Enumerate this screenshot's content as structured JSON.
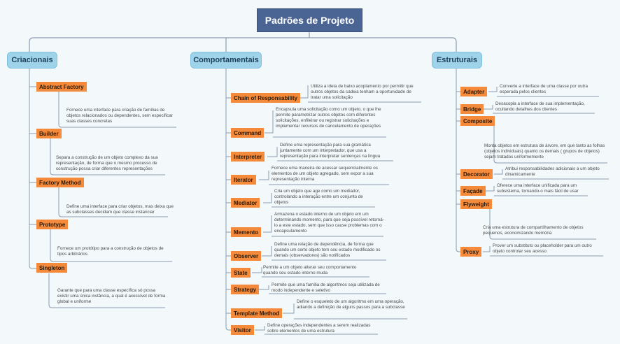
{
  "title": "Padrões de Projeto",
  "categories": [
    {
      "name": "Criacionais",
      "patterns": [
        {
          "name": "Abstract Factory",
          "description": "Fornece uma interface para criação de famílias de objetos relacionados ou dependentes, sem especificar suas classes concretas"
        },
        {
          "name": "Builder",
          "description": "Separa a construção de um objeto complexo da sua representação, de forma que o mesmo processo de construção possa criar diferentes representações"
        },
        {
          "name": "Factory Method",
          "description": "Define uma interface para criar objetos, mas deixa que as subclasses decidam que classe instanciar"
        },
        {
          "name": "Prototype",
          "description": "Fornece um protótipo para a construção de objetos de tipos arbitrários"
        },
        {
          "name": "Singleton",
          "description": "Garante que para uma classe específica só possa existir uma única instância, a qual é acessível de forma global e uniforme"
        }
      ]
    },
    {
      "name": "Comportamentais",
      "patterns": [
        {
          "name": "Chain of Responsability",
          "description": "Utiliza a ideia de baixo acoplamento por permitir que outros objetos da cadeia tenham a oportunidade de tratar uma solicitação"
        },
        {
          "name": "Command",
          "description": "Encapsula uma solicitação como um objeto, o que lhe permite parametrizar outros objetos com diferentes solicitações, enfileirar ou registrar solicitações e implementar recursos de cancelamento de operações"
        },
        {
          "name": "Interpreter",
          "description": "Define uma representação para sua gramática juntamente com um interpretador, que usa a representação para interpretar sentenças na língua"
        },
        {
          "name": "Iterator",
          "description": "Fornece uma maneira de acessar sequencialmente os elementos de um objeto agregado, sem expor a sua representação interna"
        },
        {
          "name": "Mediator",
          "description": "Cria um objeto que age como um mediador, controlando a interação entre um conjunto de objetos"
        },
        {
          "name": "Memento",
          "description": "Armazena o estado interno de um objeto em um determinando momento, para que seja possível retorná-lo a este estado, sem que isso cause problemas com o encapsulamento"
        },
        {
          "name": "Observer",
          "description": "Define uma relação de dependência, de forma que quando um certo objeto tem seu estado modificado os demais (observadores) são notificados"
        },
        {
          "name": "State",
          "description": "Permite a um objeto alterar seu comportamento quando seu estado interno muda"
        },
        {
          "name": "Strategy",
          "description": "Permite que uma família de algoritmos seja utilizada de modo independente e seletivo"
        },
        {
          "name": "Template Method",
          "description": "Define o esqueleto de um algoritmo em uma operação, adiando a definição de alguns passos para a subclasse"
        },
        {
          "name": "Visitor",
          "description": "Define operações independentes a serem realizadas sobre elementos de uma estrutura"
        }
      ]
    },
    {
      "name": "Estruturais",
      "patterns": [
        {
          "name": "Adapter",
          "description": "Converte a interface de uma classe por outra esperada pelos clientes"
        },
        {
          "name": "Bridge",
          "description": "Desacopla a interface de sua implementação, ocultando detalhes dos clientes"
        },
        {
          "name": "Composite",
          "description": "Monta objetos em estrutura de árvore, em que tanto as folhas (objetos individuais) quanto os demais ( grupos de objetos) sejam tratados uniformemente"
        },
        {
          "name": "Decorator",
          "description": "Atribui responsabilidades adicionais a um objeto dinamicamente"
        },
        {
          "name": "Façade",
          "description": "Oferece uma interface unificada para um subsistema, tornando-o mais fácil de usar"
        },
        {
          "name": "Flyweight",
          "description": "Cria uma estrutura de compartilhamento de objetos pequenos, economizando memória"
        },
        {
          "name": "Proxy",
          "description": "Prover um substituto ou placeholder para um outro objeto controlar seu acesso"
        }
      ]
    }
  ],
  "colors": {
    "root": "#4a6494",
    "category": "#9ed3ea",
    "pattern": "#f58a3b",
    "line": "#8a9bb0",
    "background": "#f3f9fb"
  }
}
